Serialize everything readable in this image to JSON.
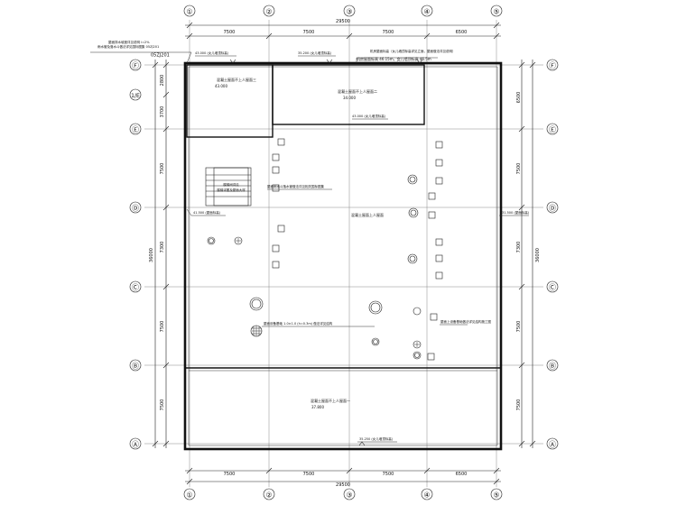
{
  "axes": {
    "top": [
      "①",
      "②",
      "③",
      "④",
      "⑤"
    ],
    "bottom": [
      "①",
      "②",
      "③",
      "④",
      "⑤"
    ],
    "left": [
      "Ⓕ",
      "Ⓔ",
      "Ⓓ",
      "Ⓒ",
      "Ⓑ",
      "Ⓐ"
    ],
    "right": [
      "Ⓕ",
      "Ⓔ",
      "Ⓓ",
      "Ⓒ",
      "Ⓑ",
      "Ⓐ"
    ]
  },
  "dims": {
    "top_spans": [
      "7500",
      "7500",
      "7500",
      "6500"
    ],
    "top_total": "29500",
    "bottom_spans": [
      "7500",
      "7500",
      "7500",
      "6500"
    ],
    "bottom_total": "29500",
    "left_spans": [
      "2800",
      "3700",
      "7500",
      "7300",
      "7500",
      "7500"
    ],
    "left_total": "36000",
    "right_spans": [
      "6500",
      "7500",
      "7300",
      "7500",
      "7500"
    ],
    "right_total": "36000"
  },
  "notes": {
    "top_left_1": "屋面排水坡度详见说明 i=2%",
    "top_left_2": "雨水管及落水斗做法详见国标图集 05ZJ201",
    "top_left_code": "05ZJ201",
    "elev_top_1": "43.000 (女儿墙顶标高)",
    "elev_top_2": "35.200 (女儿墙顶标高)",
    "top_note_1": "机房屋面标高（女儿墙顶标高详见立面，屋面做法详见说明）",
    "top_note_2": "机房屋面标高 46.15m，女儿墙顶标高 46.5m",
    "room1_title": "混凝土屋面不上人屋面三",
    "room1_elev": "43.000",
    "room2_title": "混凝土屋面不上人屋面二",
    "room2_elev": "34.000",
    "room2_parapet": "43.000 (女儿墙顶标高)",
    "stair_label_1": "楼梯间详见",
    "stair_label_2": "楼梯详图及屋面大样",
    "mid_note": "屋面雨水斗落水管做法详见相关国标图集",
    "left_elev": "41.500 (屋面标高)",
    "right_elev": "31.500 (屋面标高)",
    "main_title": "混凝土屋面上人屋面",
    "opening_note": "屋面设备基础 1.0×1.0 (h=0.3m) 做法详见结构",
    "right_note": "屋面上设备基础做法详见结构施工图",
    "lower_title": "混凝土屋面不上人屋面一",
    "lower_elev": "37.800",
    "bottom_elev": "35.250 (女儿墙顶标高)"
  }
}
